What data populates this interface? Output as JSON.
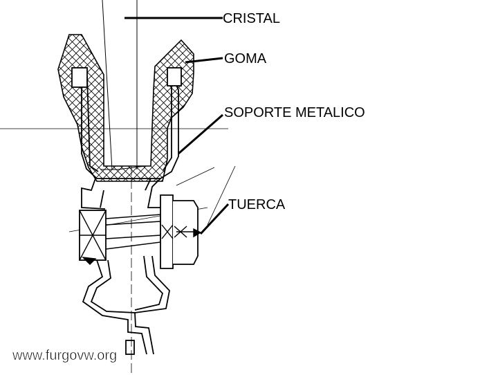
{
  "labels": {
    "cristal": "CRISTAL",
    "goma": "GOMA",
    "soporte": "SOPORTE METALICO",
    "tuerca": "TUERCA"
  },
  "watermark": "www.furgovw.org",
  "colors": {
    "line": "#000000",
    "background": "#ffffff"
  }
}
